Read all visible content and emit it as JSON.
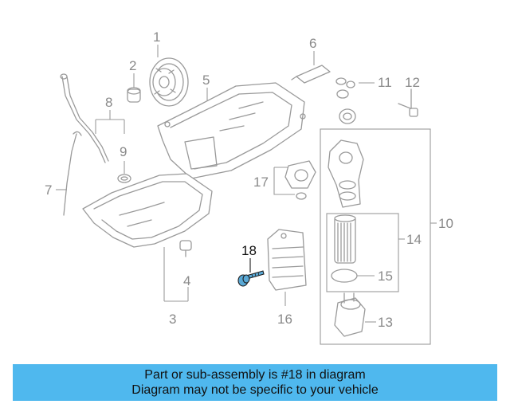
{
  "callouts": {
    "c1": "1",
    "c2": "2",
    "c3": "3",
    "c4": "4",
    "c5": "5",
    "c6": "6",
    "c7": "7",
    "c8": "8",
    "c9": "9",
    "c10": "10",
    "c11": "11",
    "c12": "12",
    "c13": "13",
    "c14": "14",
    "c15": "15",
    "c16": "16",
    "c17": "17",
    "c18": "18"
  },
  "highlighted_part": "18",
  "colors": {
    "highlight": "#5aa9d6",
    "banner": "#4fb8ee",
    "line": "#9a9a9a"
  },
  "banner": {
    "line1": "Part or sub-assembly is #18 in diagram",
    "line2": "Diagram may not be specific to your vehicle"
  }
}
